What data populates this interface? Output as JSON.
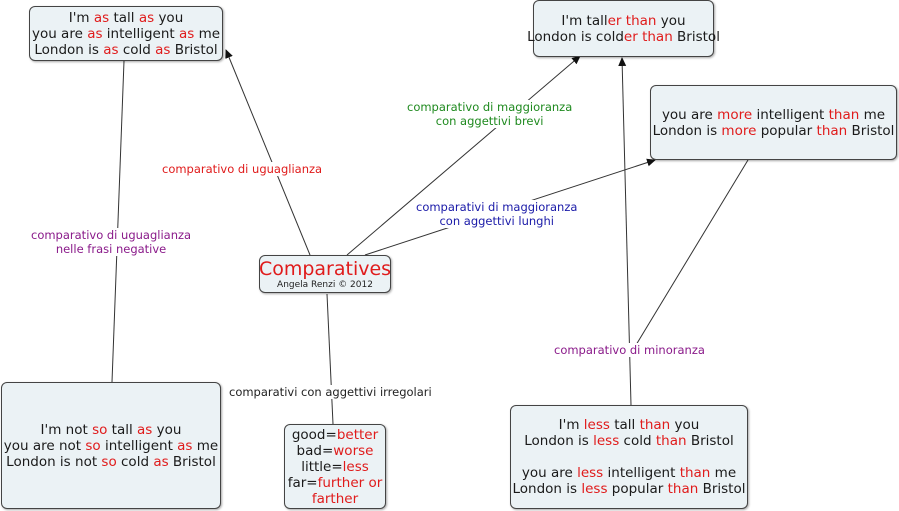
{
  "colors": {
    "highlight": "#e01b1b",
    "node_fill": "#ebf2f5",
    "label_green": "#1f8a1f",
    "label_blue": "#1a1aa8",
    "label_purple": "#8a1a8a",
    "label_red": "#e01b1b"
  },
  "center": {
    "title": "Comparatives",
    "subtitle": "Angela Renzi © 2012"
  },
  "nodes": {
    "equality": {
      "lines": [
        [
          {
            "t": "I'm "
          },
          {
            "t": "as",
            "h": true
          },
          {
            "t": " tall "
          },
          {
            "t": "as",
            "h": true
          },
          {
            "t": " you"
          }
        ],
        [
          {
            "t": "you are "
          },
          {
            "t": "as",
            "h": true
          },
          {
            "t": " intelligent "
          },
          {
            "t": "as",
            "h": true
          },
          {
            "t": " me"
          }
        ],
        [
          {
            "t": "London is "
          },
          {
            "t": "as",
            "h": true
          },
          {
            "t": " cold "
          },
          {
            "t": "as",
            "h": true
          },
          {
            "t": " Bristol"
          }
        ]
      ]
    },
    "superiority_short": {
      "lines": [
        [
          {
            "t": "I'm tall"
          },
          {
            "t": "er than",
            "h": true
          },
          {
            "t": " you"
          }
        ],
        [
          {
            "t": "London is cold"
          },
          {
            "t": "er than",
            "h": true
          },
          {
            "t": " Bristol"
          }
        ]
      ]
    },
    "superiority_long": {
      "lines": [
        [
          {
            "t": "you are "
          },
          {
            "t": "more",
            "h": true
          },
          {
            "t": " intelligent "
          },
          {
            "t": "than",
            "h": true
          },
          {
            "t": " me"
          }
        ],
        [
          {
            "t": "London is "
          },
          {
            "t": "more",
            "h": true
          },
          {
            "t": " popular "
          },
          {
            "t": "than",
            "h": true
          },
          {
            "t": " Bristol"
          }
        ]
      ]
    },
    "equality_negative": {
      "lines": [
        [
          {
            "t": "I'm not "
          },
          {
            "t": "so",
            "h": true
          },
          {
            "t": " tall "
          },
          {
            "t": "as",
            "h": true
          },
          {
            "t": " you"
          }
        ],
        [
          {
            "t": "you are not "
          },
          {
            "t": "so",
            "h": true
          },
          {
            "t": " intelligent "
          },
          {
            "t": "as",
            "h": true
          },
          {
            "t": " me"
          }
        ],
        [
          {
            "t": "London is not "
          },
          {
            "t": "so",
            "h": true
          },
          {
            "t": " cold "
          },
          {
            "t": "as",
            "h": true
          },
          {
            "t": " Bristol"
          }
        ]
      ]
    },
    "irregular": {
      "lines": [
        [
          {
            "t": "good="
          },
          {
            "t": "better",
            "h": true
          }
        ],
        [
          {
            "t": "bad="
          },
          {
            "t": "worse",
            "h": true
          }
        ],
        [
          {
            "t": "little="
          },
          {
            "t": "less",
            "h": true
          }
        ],
        [
          {
            "t": "far="
          },
          {
            "t": "further or",
            "h": true
          }
        ],
        [
          {
            "t": "farther",
            "h": true
          }
        ]
      ]
    },
    "inferiority": {
      "lines": [
        [
          {
            "t": "I'm "
          },
          {
            "t": "less",
            "h": true
          },
          {
            "t": " tall "
          },
          {
            "t": "than",
            "h": true
          },
          {
            "t": " you"
          }
        ],
        [
          {
            "t": "London is "
          },
          {
            "t": "less",
            "h": true
          },
          {
            "t": " cold "
          },
          {
            "t": "than",
            "h": true
          },
          {
            "t": " Bristol"
          }
        ],
        [],
        [
          {
            "t": "you are "
          },
          {
            "t": "less",
            "h": true
          },
          {
            "t": " intelligent "
          },
          {
            "t": "than",
            "h": true
          },
          {
            "t": " me"
          }
        ],
        [
          {
            "t": "London is "
          },
          {
            "t": "less",
            "h": true
          },
          {
            "t": " popular "
          },
          {
            "t": "than",
            "h": true
          },
          {
            "t": " Bristol"
          }
        ]
      ]
    }
  },
  "labels": {
    "equality": "comparativo di uguaglianza",
    "superiority_short": [
      "comparativo di maggioranza",
      "con aggettivi brevi"
    ],
    "superiority_long": [
      "comparativi di maggioranza",
      "con aggettivi lunghi"
    ],
    "equality_negative": [
      "comparativo di uguaglianza",
      "nelle frasi negative"
    ],
    "irregular": "comparativi con aggettivi irregolari",
    "inferiority": "comparativo di minoranza"
  }
}
